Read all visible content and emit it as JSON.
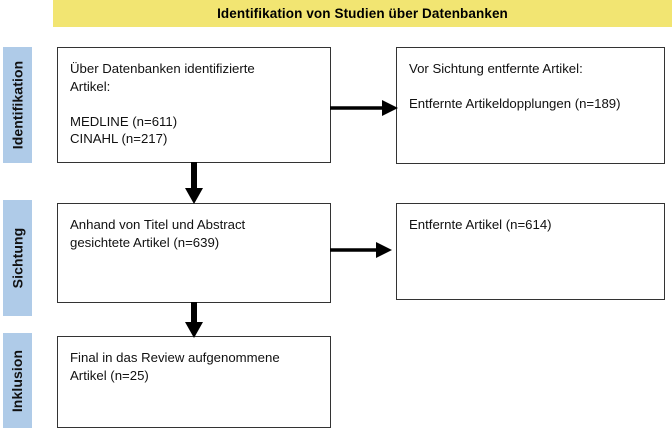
{
  "banner": {
    "title": "Identifikation von Studien über Datenbanken",
    "background_color": "#F2E572"
  },
  "stages": {
    "accent_color": "#AFCBE8",
    "identification": "Identifikation",
    "screening": "Sichtung",
    "inclusion": "Inklusion"
  },
  "boxes": {
    "identified": {
      "line1": "Über Datenbanken identifizierte",
      "line2": "Artikel:",
      "line3": "MEDLINE (n=611)",
      "line4": "CINAHL (n=217)"
    },
    "pre_removed": {
      "line1": "Vor Sichtung entfernte Artikel:",
      "line2": "Entfernte Artikeldopplungen (n=189)"
    },
    "screened": {
      "line1": "Anhand von Titel und Abstract",
      "line2": "gesichtete Artikel (n=639)"
    },
    "excluded": {
      "line1": "Entfernte Artikel (n=614)"
    },
    "included": {
      "line1": "Final in das Review aufgenommene",
      "line2": "Artikel (n=25)"
    }
  },
  "counts": {
    "medline": 611,
    "cinahl": 217,
    "duplicates_removed": 189,
    "screened": 639,
    "excluded": 614,
    "included": 25
  }
}
